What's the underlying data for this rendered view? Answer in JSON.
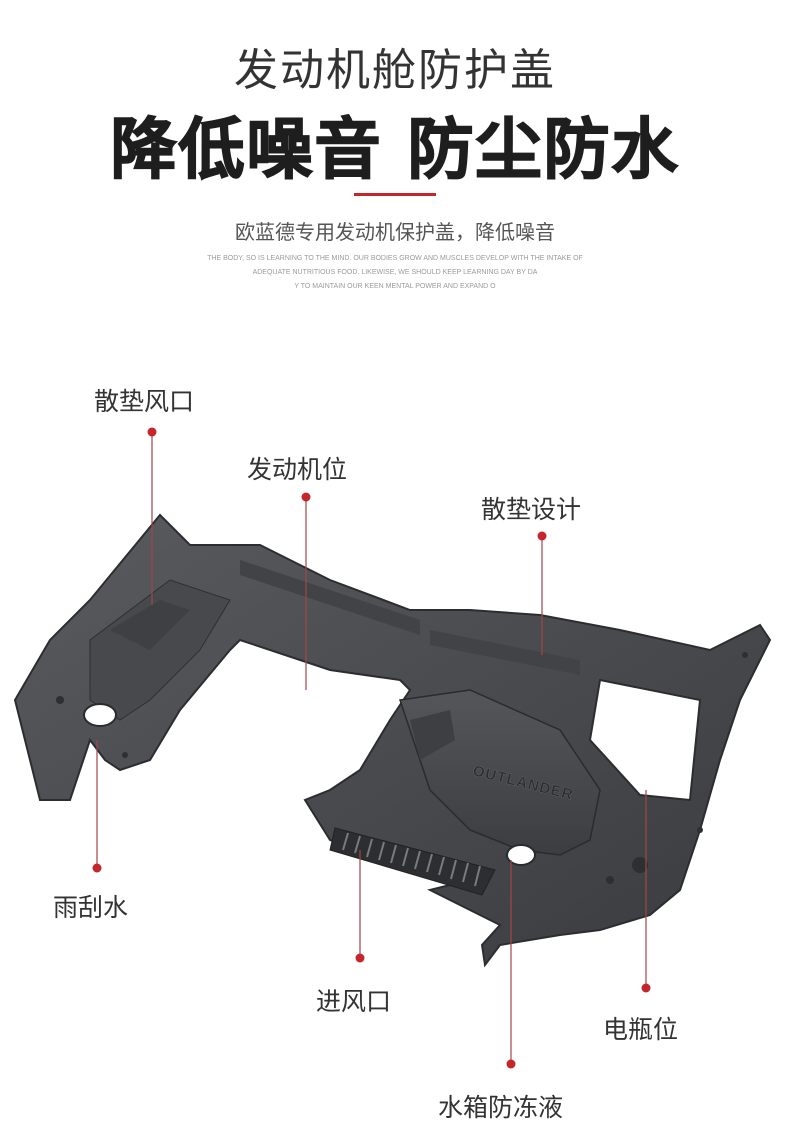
{
  "header": {
    "title_line1": "发动机舱防护盖",
    "title_line2": "降低噪音 防尘防水",
    "subtitle": "欧蓝德专用发动机保护盖，降低噪音",
    "fine_print": [
      "THE BODY, SO IS LEARNING TO THE MIND. OUR BODIES GROW AND MUSCLES DEVELOP WITH THE INTAKE OF",
      "ADEQUATE NUTRITIOUS FOOD. LIKEWISE, WE SHOULD KEEP LEARNING DAY BY DA",
      "Y TO MAINTAIN OUR KEEN MENTAL POWER AND EXPAND O"
    ]
  },
  "product": {
    "emboss_text": "OUTLANDER",
    "color_main": "#4a4b4e"
  },
  "callouts": {
    "vent_heat": "散垫风口",
    "engine_pos": "发动机位",
    "heat_design": "散垫设计",
    "wiper_water": "雨刮水",
    "air_intake": "进风口",
    "battery_pos": "电瓶位",
    "coolant": "水箱防冻液"
  },
  "colors": {
    "accent": "#c5262b",
    "line": "#a0464a"
  }
}
